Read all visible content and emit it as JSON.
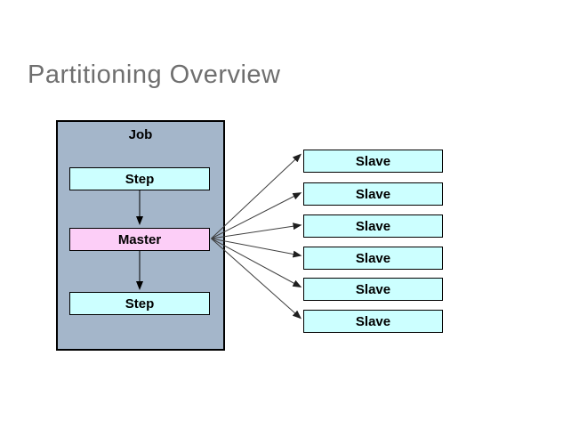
{
  "title": {
    "text": "Partitioning Overview",
    "color": "#6f6f6f"
  },
  "job": {
    "label": "Job",
    "fill": "#a4b6ca",
    "border": "#000000",
    "steps": [
      {
        "label": "Step",
        "fill": "#ccffff"
      },
      {
        "label": "Master",
        "fill": "#fccef7"
      },
      {
        "label": "Step",
        "fill": "#ccffff"
      }
    ]
  },
  "slaves": [
    {
      "label": "Slave"
    },
    {
      "label": "Slave"
    },
    {
      "label": "Slave"
    },
    {
      "label": "Slave"
    },
    {
      "label": "Slave"
    },
    {
      "label": "Slave"
    }
  ],
  "slave_fill": "#ccffff",
  "connectors": {
    "vertical_color": "#000000",
    "fan_color": "#3f3f3f",
    "count_fan_arrows": 6
  }
}
